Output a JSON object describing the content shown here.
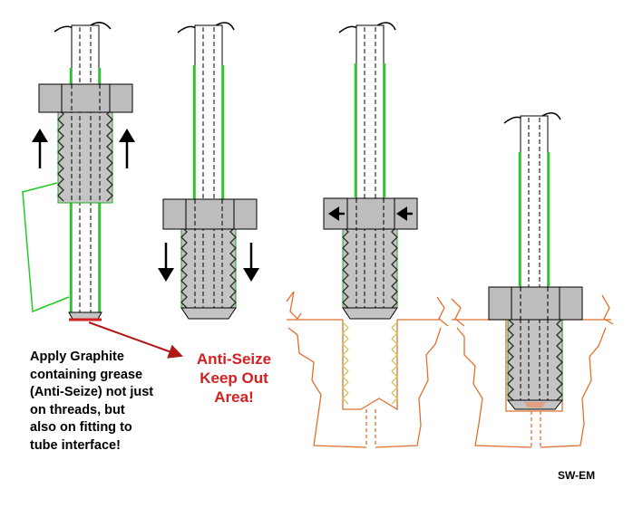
{
  "annotations": {
    "note_lines": [
      "Apply Graphite",
      "containing grease",
      "(Anti-Seize) not just",
      "on threads, but",
      "also on fitting to",
      "tube interface!"
    ],
    "keep_out_lines": [
      "Anti-Seize",
      "Keep Out",
      "Area!"
    ],
    "credit": "SW-EM"
  },
  "colors": {
    "grease_green": "#22cc22",
    "keep_out_red": "#d42020",
    "port_outline": "#e07030",
    "thread_yellow": "#c8c860",
    "nut_fill": "#bdbdbd",
    "body_fill": "#c4c4c4"
  },
  "steps": [
    {
      "name": "step-1-grease-applied",
      "arrows": "up"
    },
    {
      "name": "step-2-nut-slides-down",
      "arrows": "down"
    },
    {
      "name": "step-3-nut-on-fitting",
      "arrows": "left"
    },
    {
      "name": "step-4-installed-in-port",
      "arrows": "none"
    }
  ]
}
